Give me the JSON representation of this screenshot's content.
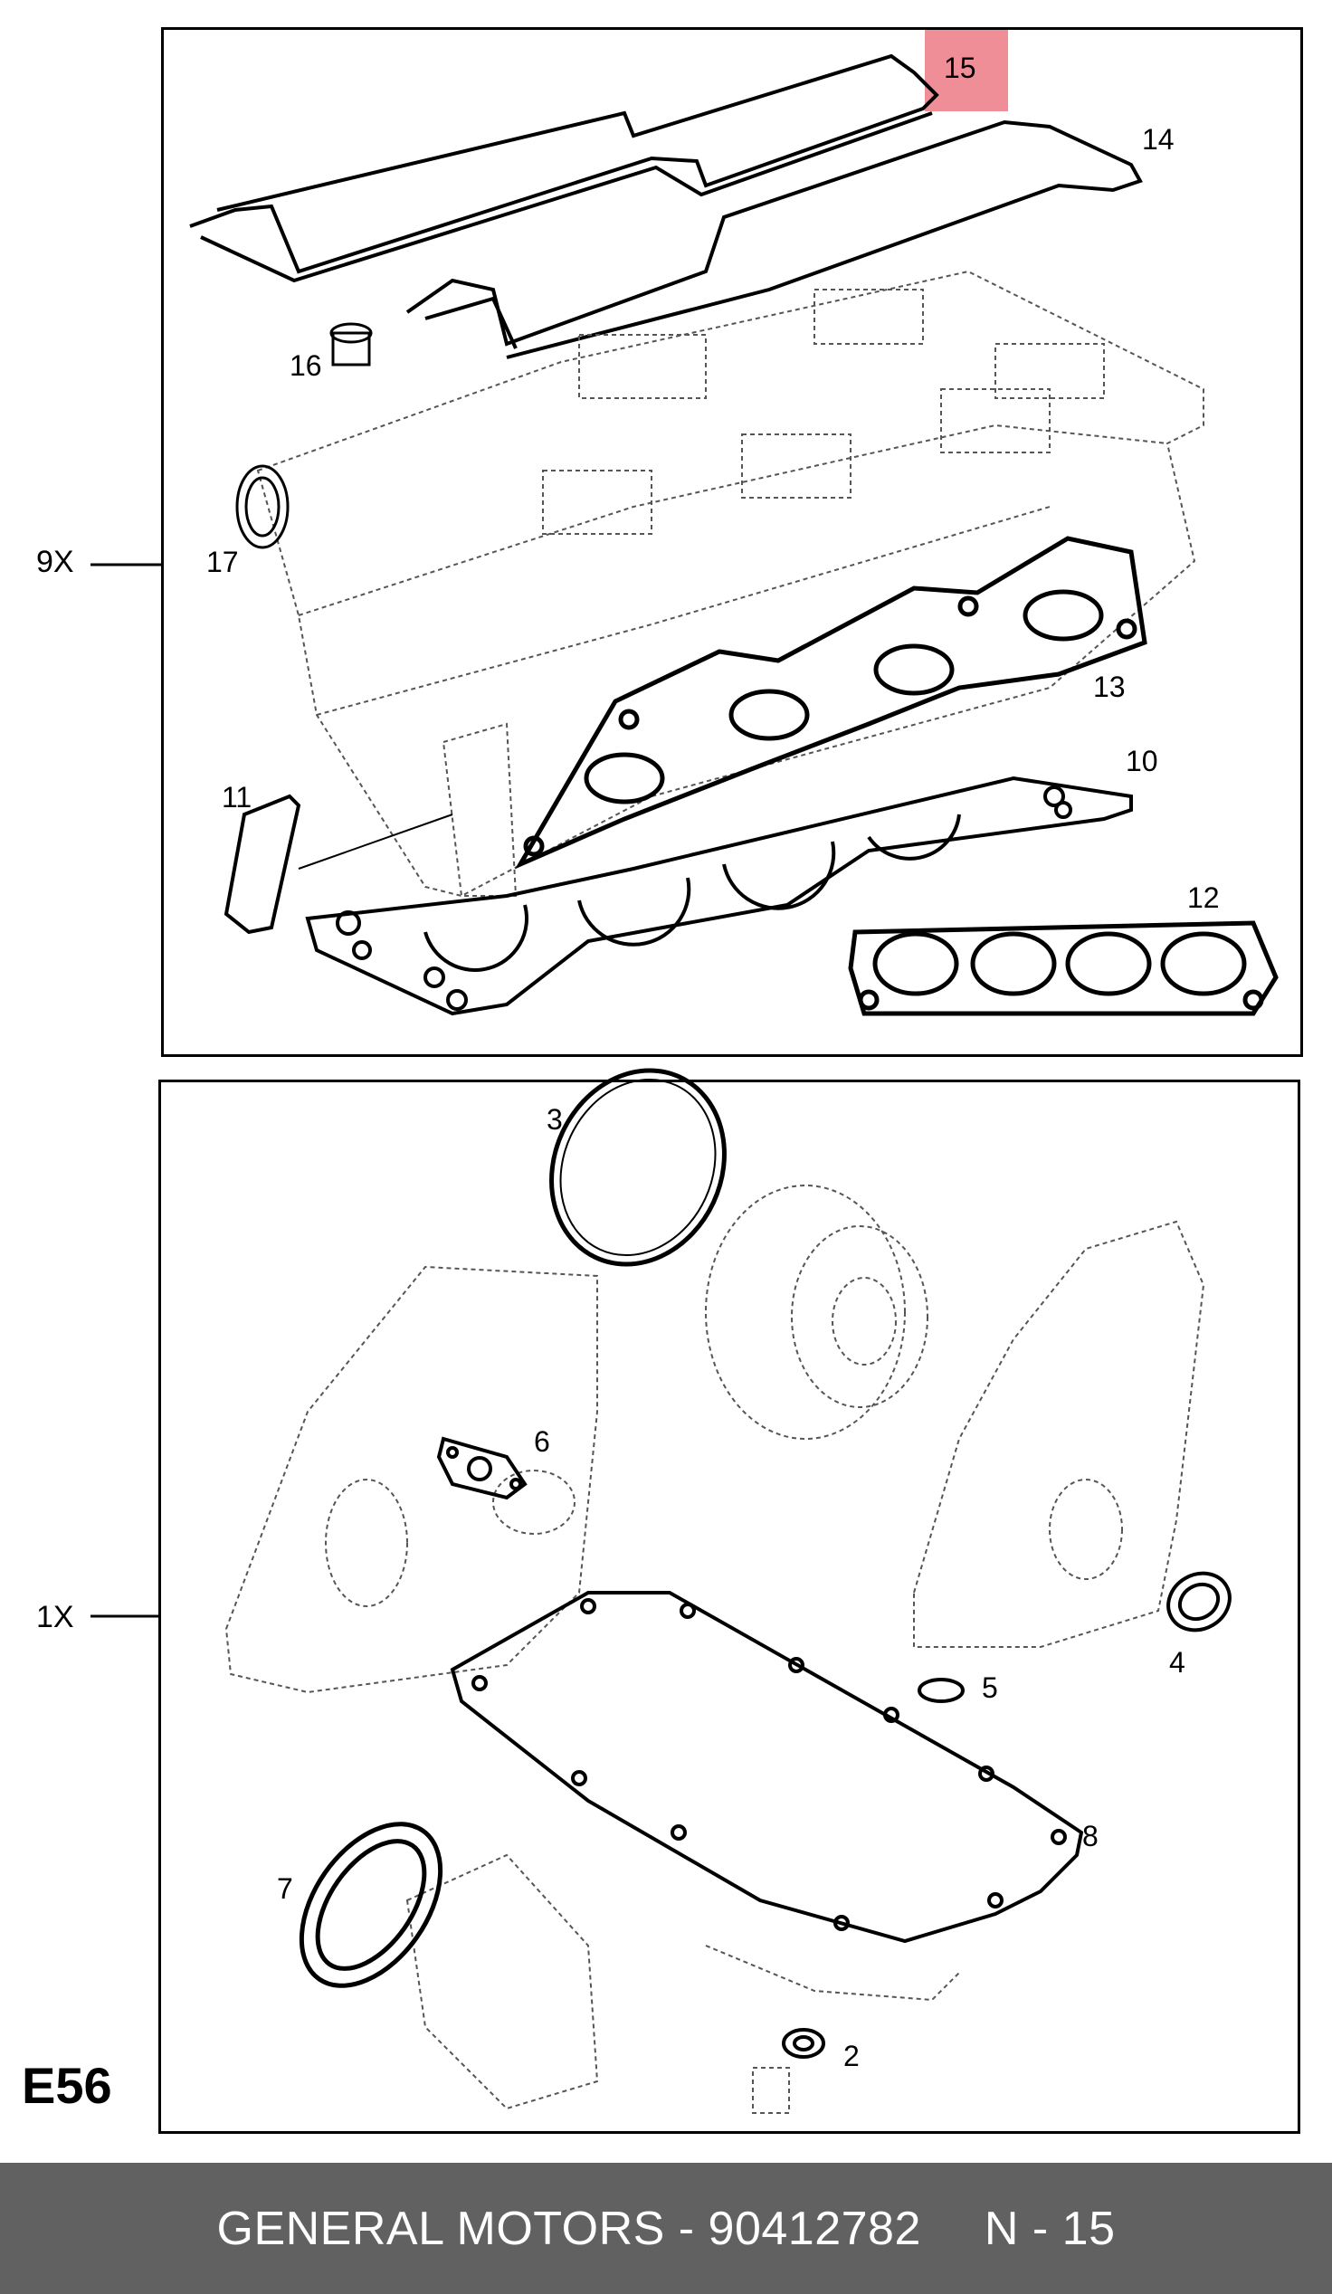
{
  "diagram": {
    "code": "E56",
    "group_labels": {
      "upper": "9X",
      "lower": "1X"
    },
    "parts_upper": [
      "15",
      "14",
      "16",
      "17",
      "13",
      "10",
      "11",
      "12"
    ],
    "parts_lower": [
      "3",
      "6",
      "5",
      "4",
      "8",
      "7",
      "2"
    ],
    "highlighted_part": "15",
    "highlight_color": "#ef8e96"
  },
  "footer": {
    "brand": "GENERAL MOTORS",
    "separator": " - ",
    "part_number": "90412782",
    "ref": "N - 15",
    "background": "#616161"
  }
}
